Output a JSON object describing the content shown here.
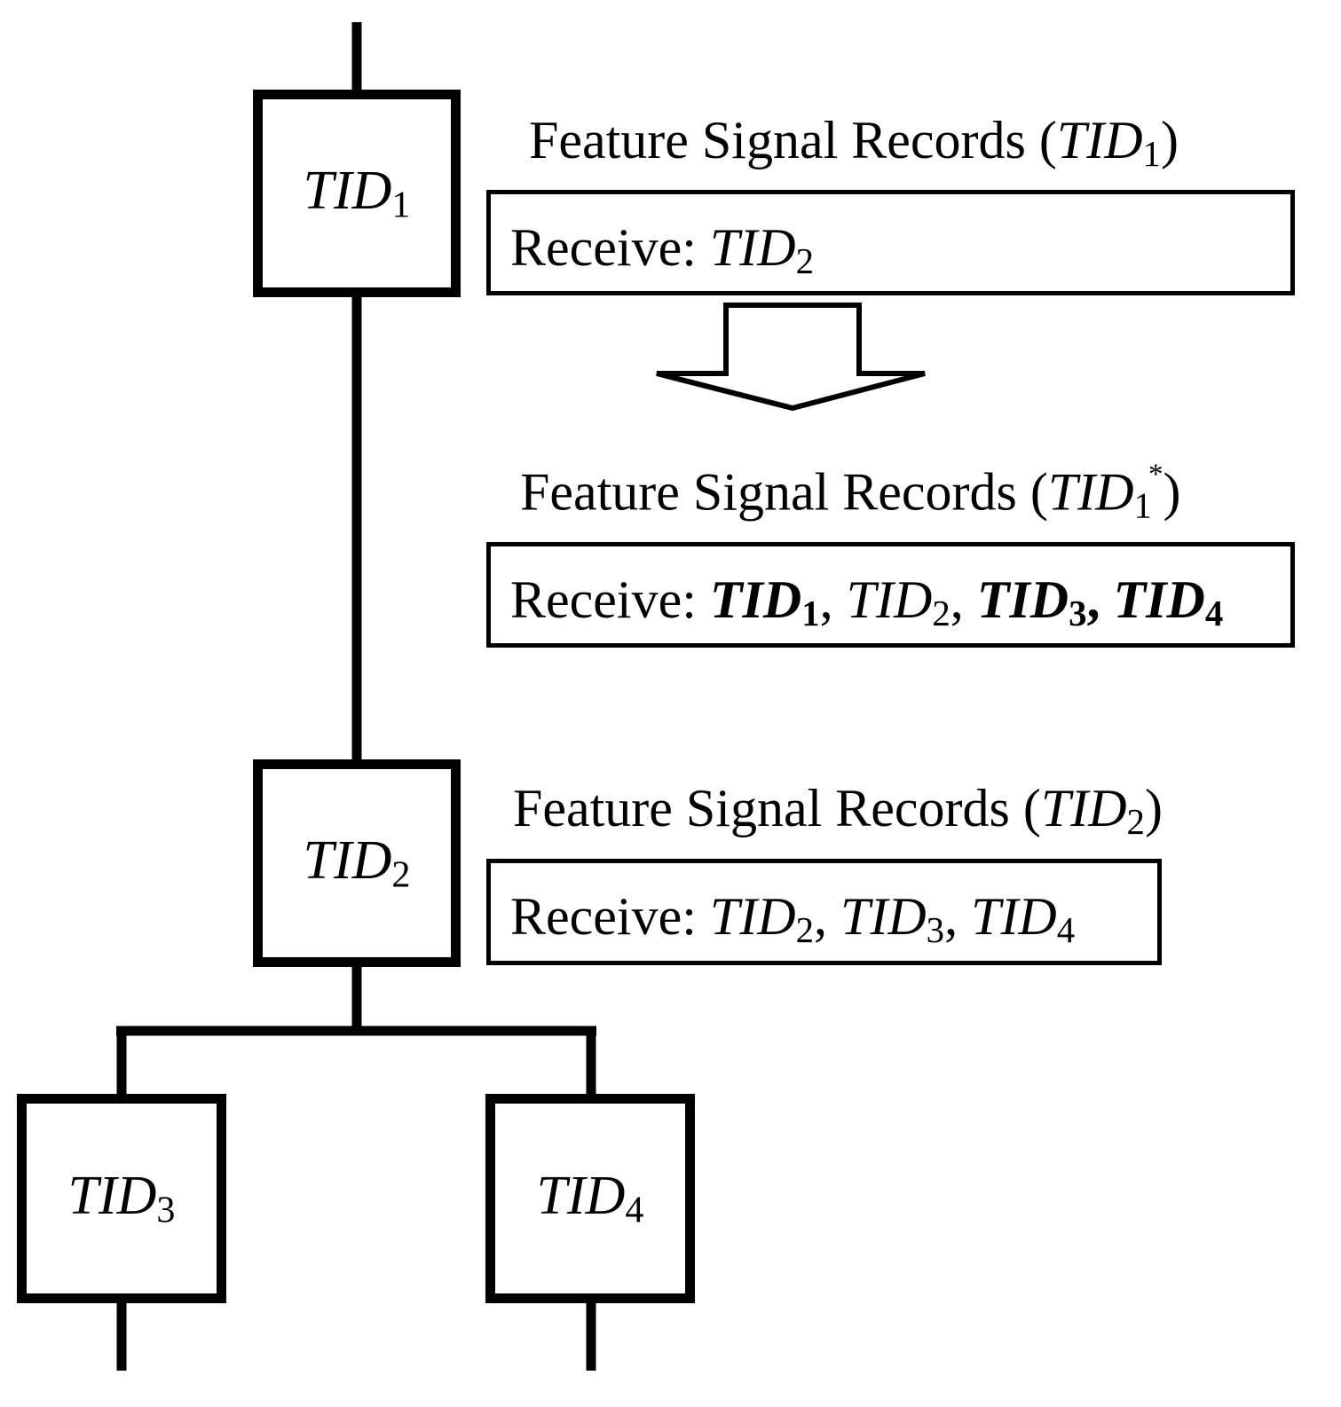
{
  "nodes": {
    "tid1": {
      "name": "TID",
      "sub": "1"
    },
    "tid2": {
      "name": "TID",
      "sub": "2"
    },
    "tid3": {
      "name": "TID",
      "sub": "3"
    },
    "tid4": {
      "name": "TID",
      "sub": "4"
    }
  },
  "records": {
    "r1": {
      "title_prefix": "Feature Signal Records (",
      "title_tid": "TID",
      "title_sub": "1",
      "title_suffix": ")",
      "receive_label": "Receive: ",
      "items": [
        {
          "name": "TID",
          "sub": "2"
        }
      ]
    },
    "r1star": {
      "title_prefix": "Feature Signal Records (",
      "title_tid": "TID",
      "title_sub": "1",
      "title_sup": "*",
      "title_suffix": ")",
      "receive_label": "Receive: ",
      "items": [
        {
          "name": "TID",
          "sub": "1",
          "sep": ", "
        },
        {
          "name": "TID",
          "sub": "2",
          "sep": ", "
        },
        {
          "name": "TID",
          "sub": "3",
          "sep": ", "
        },
        {
          "name": "TID",
          "sub": "4"
        }
      ]
    },
    "r2": {
      "title_prefix": "Feature Signal Records (",
      "title_tid": "TID",
      "title_sub": "2",
      "title_suffix": ")",
      "receive_label": "Receive: ",
      "items": [
        {
          "name": "TID",
          "sub": "2",
          "sep": ", "
        },
        {
          "name": "TID",
          "sub": "3",
          "sep": ", "
        },
        {
          "name": "TID",
          "sub": "4"
        }
      ]
    }
  }
}
